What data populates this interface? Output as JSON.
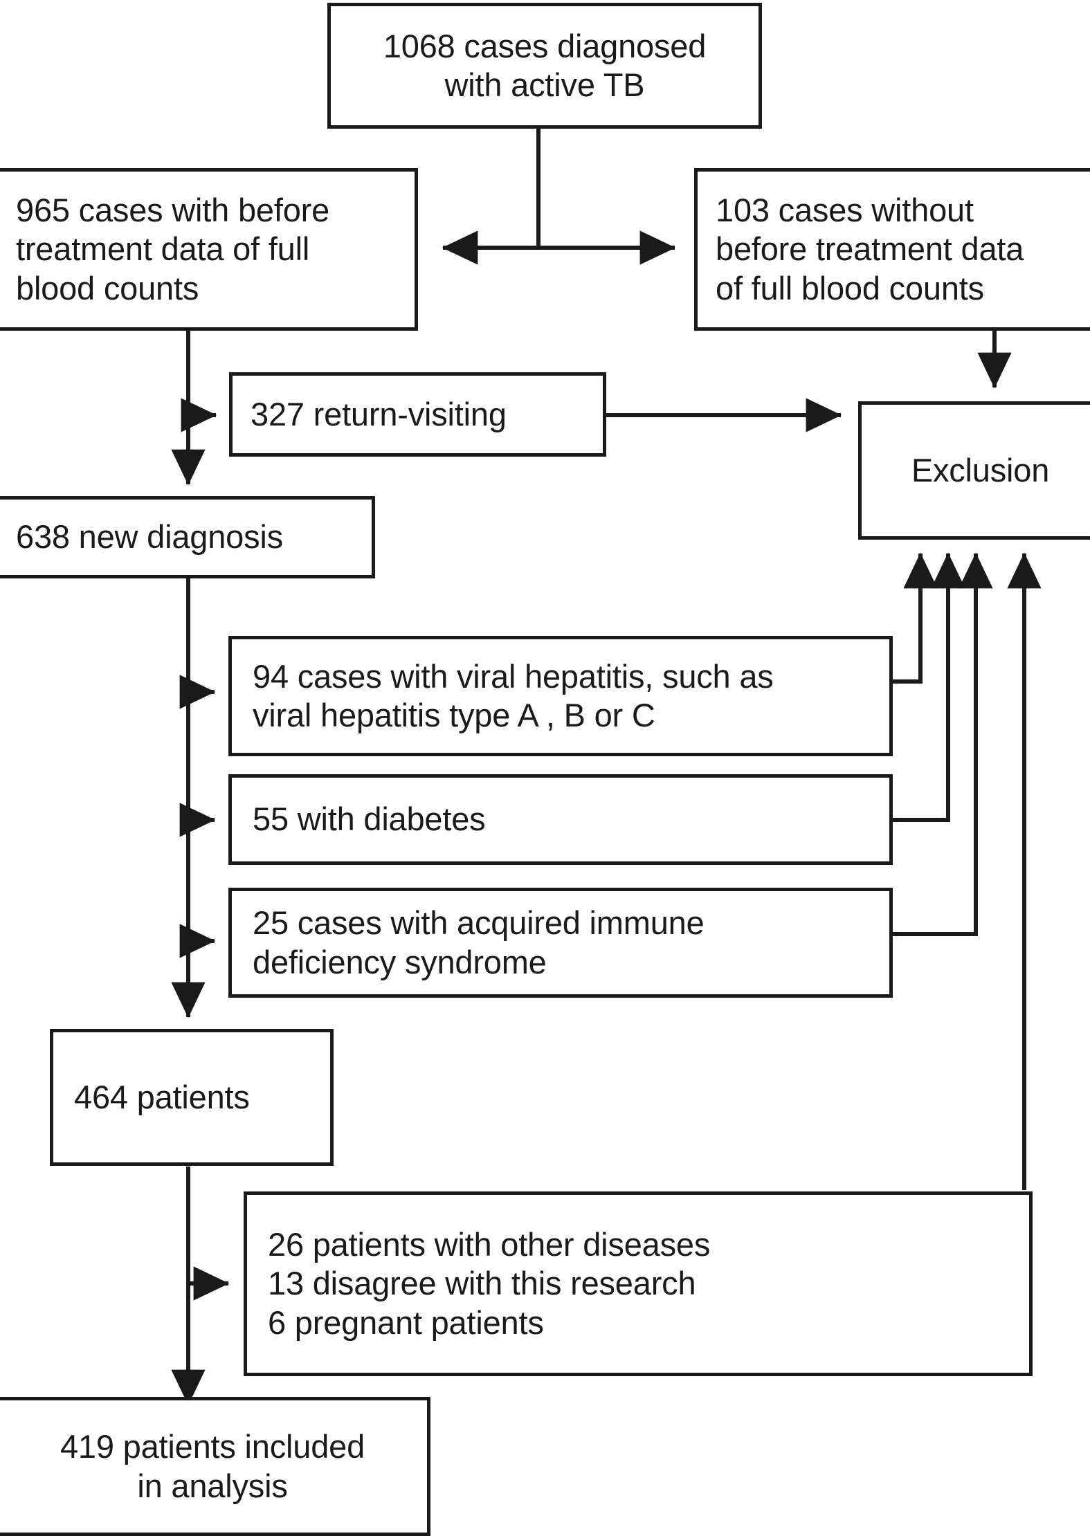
{
  "diagram": {
    "type": "flowchart",
    "title_present": false,
    "stroke_color": "#1a1a1a",
    "background_color": "#ffffff",
    "nodes": [
      {
        "id": "total",
        "label": "1068 cases diagnosed\nwith active TB"
      },
      {
        "id": "with_data",
        "label": "965 cases with before\ntreatment data of full\nblood counts"
      },
      {
        "id": "without_data",
        "label": "103 cases without\nbefore treatment data\nof full blood counts"
      },
      {
        "id": "return_visiting",
        "label": "327 return-visiting"
      },
      {
        "id": "exclusion",
        "label": "Exclusion"
      },
      {
        "id": "new_diagnosis",
        "label": "638 new diagnosis"
      },
      {
        "id": "hepatitis",
        "label": "94 cases with viral hepatitis, such as\nviral hepatitis type A , B or C"
      },
      {
        "id": "diabetes",
        "label": "55 with diabetes"
      },
      {
        "id": "aids",
        "label": "25 cases with acquired immune\ndeficiency syndrome"
      },
      {
        "id": "patients_464",
        "label": "464 patients"
      },
      {
        "id": "other_reasons",
        "label": "26 patients with other diseases\n13 disagree with this research\n 6 pregnant patients"
      },
      {
        "id": "included",
        "label": "419 patients included\nin analysis"
      }
    ],
    "edges": [
      {
        "from": "total",
        "to": "with_data",
        "arrow": "left"
      },
      {
        "from": "total",
        "to": "without_data",
        "arrow": "right"
      },
      {
        "from": "with_data",
        "to": "return_visiting",
        "arrow": "right"
      },
      {
        "from": "with_data",
        "to": "new_diagnosis",
        "arrow": "down"
      },
      {
        "from": "without_data",
        "to": "exclusion",
        "arrow": "down"
      },
      {
        "from": "return_visiting",
        "to": "exclusion",
        "arrow": "right"
      },
      {
        "from": "new_diagnosis",
        "to": "hepatitis",
        "arrow": "right"
      },
      {
        "from": "new_diagnosis",
        "to": "diabetes",
        "arrow": "right"
      },
      {
        "from": "new_diagnosis",
        "to": "aids",
        "arrow": "right"
      },
      {
        "from": "new_diagnosis",
        "to": "patients_464",
        "arrow": "down"
      },
      {
        "from": "hepatitis",
        "to": "exclusion",
        "arrow": "up"
      },
      {
        "from": "diabetes",
        "to": "exclusion",
        "arrow": "up"
      },
      {
        "from": "aids",
        "to": "exclusion",
        "arrow": "up"
      },
      {
        "from": "patients_464",
        "to": "other_reasons",
        "arrow": "right"
      },
      {
        "from": "patients_464",
        "to": "included",
        "arrow": "down"
      },
      {
        "from": "other_reasons",
        "to": "exclusion",
        "arrow": "up"
      }
    ]
  }
}
